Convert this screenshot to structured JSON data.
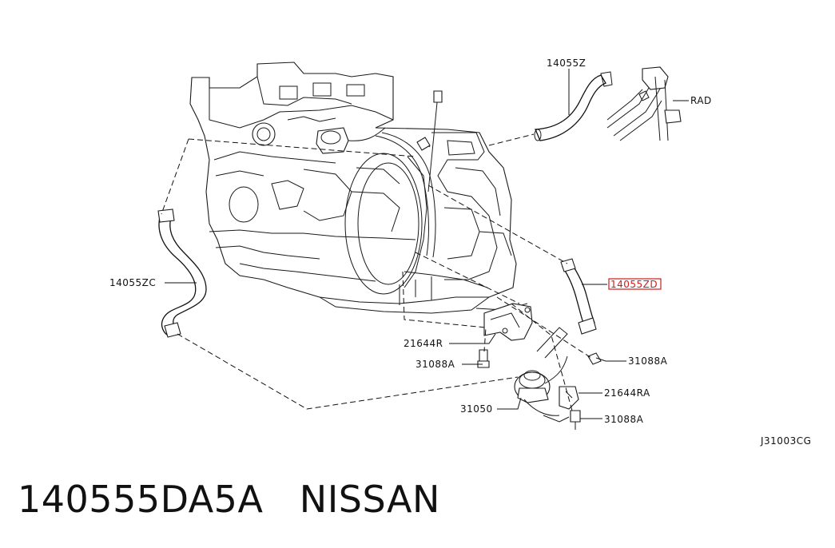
{
  "labels": {
    "hose_upper": "14055Z",
    "radiator": "RAD",
    "hose_left": "14055ZC",
    "hose_right": "14055ZD",
    "bracket": "21644R",
    "bolt_left": "31088A",
    "bolt_right": "31088A",
    "bolt_bottom": "31088A",
    "bracket_right": "21644RA",
    "cooler": "31050",
    "diagram_code": "J31003CG"
  },
  "caption": {
    "part_number": "140555DA5A",
    "brand": "NISSAN"
  },
  "highlight_color": "#d21a1a"
}
